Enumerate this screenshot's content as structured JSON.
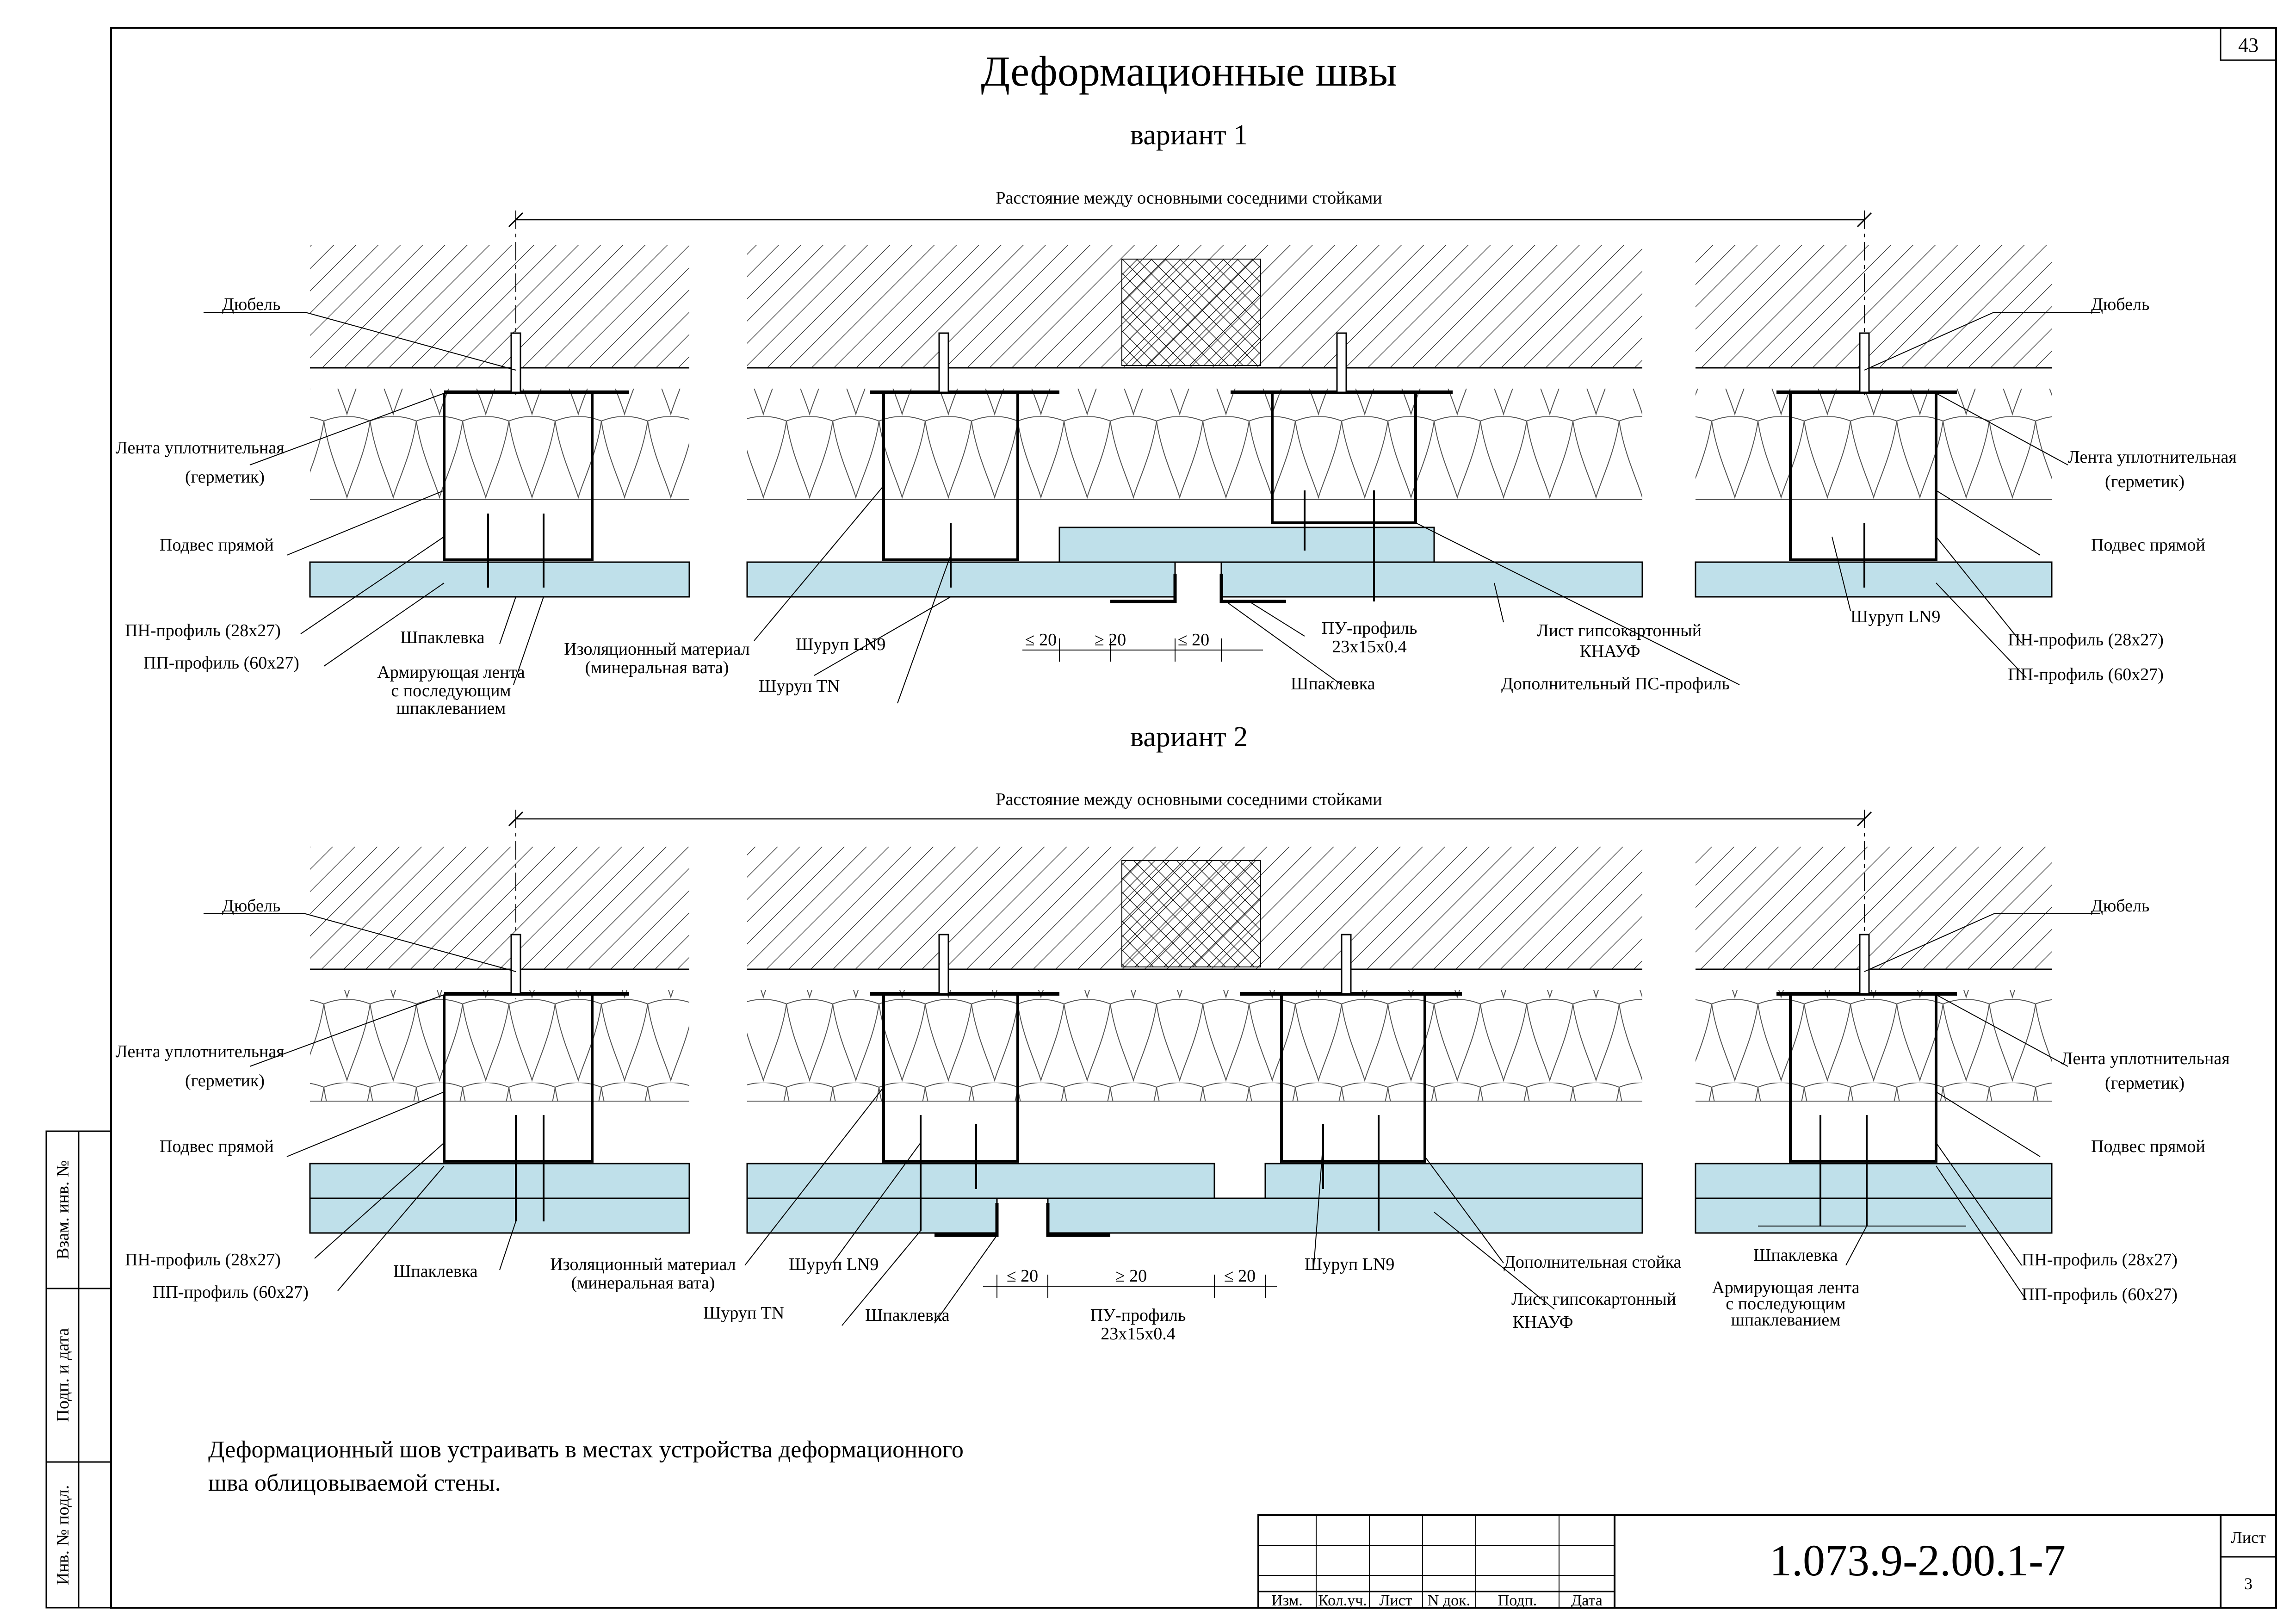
{
  "sheet_number": "43",
  "title": "Деформационные швы",
  "variant1": {
    "heading": "вариант 1",
    "dimension": "Расстояние между основными соседними стойками",
    "labels": {
      "dowel_left": "Дюбель",
      "dowel_right": "Дюбель",
      "tape_left_1": "Лента уплотнительная",
      "tape_left_2": "(герметик)",
      "tape_right_1": "Лента уплотнительная",
      "tape_right_2": "(герметик)",
      "hanger_left": "Подвес прямой",
      "hanger_right": "Подвес прямой",
      "pn_left": "ПН-профиль (28х27)",
      "pp_left": "ПП-профиль (60х27)",
      "pn_right": "ПН-профиль (28х27)",
      "pp_right": "ПП-профиль (60х27)",
      "putty_left": "Шпаклевка",
      "putty_mid": "Шпаклевка",
      "tape_reinf_1": "Армирующая лента",
      "tape_reinf_2": "с последующим",
      "tape_reinf_3": "шпаклеванием",
      "insulation_1": "Изоляционный материал",
      "insulation_2": "(минеральная вата)",
      "screw_ln9": "Шуруп LN9",
      "screw_ln9_right": "Шуруп LN9",
      "screw_tn": "Шуруп TN",
      "pu_1": "ПУ-профиль",
      "pu_2": "23х15х0.4",
      "board_1": "Лист гипсокартонный",
      "board_2": "КНАУФ",
      "extra_ps": "Дополнительный ПС-профиль",
      "dim_a": "≤ 20",
      "dim_b": "≥ 20",
      "dim_c": "≤ 20"
    }
  },
  "variant2": {
    "heading": "вариант 2",
    "dimension": "Расстояние между основными соседними стойками",
    "labels": {
      "dowel_left": "Дюбель",
      "dowel_right": "Дюбель",
      "tape_left_1": "Лента уплотнительная",
      "tape_left_2": "(герметик)",
      "tape_right_1": "Лента уплотнительная",
      "tape_right_2": "(герметик)",
      "hanger_left": "Подвес прямой",
      "hanger_right": "Подвес прямой",
      "pn_left": "ПН-профиль (28х27)",
      "pp_left": "ПП-профиль (60х27)",
      "pn_right": "ПН-профиль (28х27)",
      "pp_right": "ПП-профиль (60х27)",
      "putty_left": "Шпаклевка",
      "putty_mid": "Шпаклевка",
      "putty_right": "Шпаклевка",
      "tape_reinf_1": "Армирующая лента",
      "tape_reinf_2": "с последующим",
      "tape_reinf_3": "шпаклеванием",
      "insulation_1": "Изоляционный материал",
      "insulation_2": "(минеральная вата)",
      "screw_ln9": "Шуруп LN9",
      "screw_ln9_mid": "Шуруп LN9",
      "screw_tn": "Шуруп TN",
      "pu_1": "ПУ-профиль",
      "pu_2": "23х15х0.4",
      "board_1": "Лист гипсокартонный",
      "board_2": "КНАУФ",
      "extra_stud": "Дополнительная стойка",
      "dim_a": "≤ 20",
      "dim_b": "≥ 20",
      "dim_c": "≤ 20"
    }
  },
  "note": {
    "line1": "Деформационный шов устраивать в местах устройства деформационного",
    "line2": "шва облицовываемой стены."
  },
  "stamp": {
    "code": "1.073.9-2.00.1-7",
    "sheet_label": "Лист",
    "sheet_value": "3",
    "cols": [
      "Изм.",
      "Кол.уч.",
      "Лист",
      "N док.",
      "Подп.",
      "Дата"
    ]
  },
  "margin": {
    "vzam": "Взам. инв. №",
    "podp": "Подп. и дата",
    "inv": "Инв. № подл."
  },
  "colors": {
    "board": "#bfe0ea",
    "line": "#000000",
    "hatch": "#222222"
  }
}
